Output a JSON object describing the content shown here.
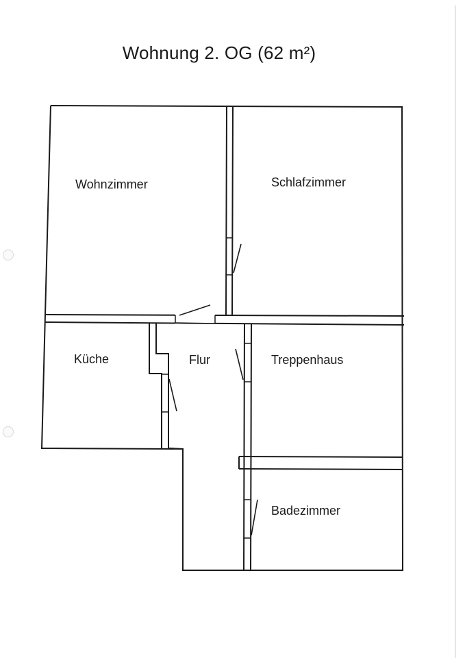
{
  "plan": {
    "title": "Wohnung 2. OG (62 m²)",
    "rooms": {
      "wohnzimmer": "Wohnzimmer",
      "schlafzimmer": "Schlafzimmer",
      "kueche": "Küche",
      "flur": "Flur",
      "treppenhaus": "Treppenhaus",
      "badezimmer": "Badezimmer"
    }
  }
}
